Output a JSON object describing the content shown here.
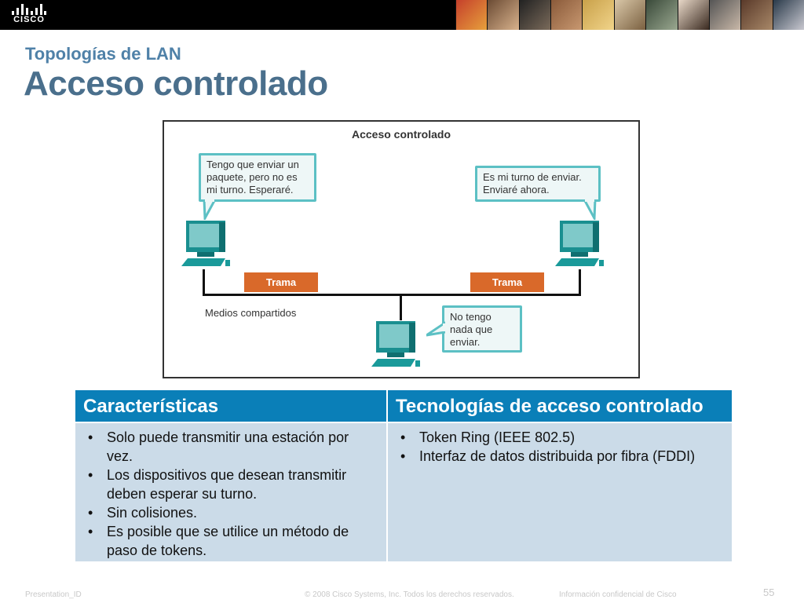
{
  "brand": {
    "logo_text": "CISCO"
  },
  "slide": {
    "subtitle": "Topologías de LAN",
    "title": "Acceso controlado"
  },
  "diagram": {
    "title": "Acceso controlado",
    "bubble_left": [
      "Tengo que enviar un",
      "paquete, pero no es",
      "mi turno. Esperaré."
    ],
    "bubble_right": [
      "Es mi turno de enviar.",
      "Enviaré ahora."
    ],
    "bubble_bottom": [
      "No tengo",
      "nada que",
      "enviar."
    ],
    "frame_left": "Trama",
    "frame_right": "Trama",
    "media_label": "Medios compartidos"
  },
  "table": {
    "headers": [
      "Características",
      "Tecnologías de acceso controlado"
    ],
    "col1": [
      "Solo puede transmitir una estación por vez.",
      "Los dispositivos que desean transmitir deben esperar su turno.",
      "Sin colisiones.",
      "Es posible que se utilice un método de paso de tokens."
    ],
    "col2": [
      "Token Ring (IEEE 802.5)",
      "Interfaz de datos distribuida por fibra (FDDI)"
    ]
  },
  "footer": {
    "presentation_id": "Presentation_ID",
    "copyright": "© 2008 Cisco Systems, Inc. Todos los derechos reservados.",
    "confidential": "Información confidencial de Cisco",
    "page_number": "55"
  },
  "colors": {
    "header_blue": "#0a7fb8",
    "cell_blue": "#cbdbe8",
    "frame_orange": "#d9692a",
    "bubble_border": "#5cc0c4",
    "computer_teal": "#1a9a9a"
  },
  "icons": [
    "cisco-logo-icon",
    "computer-icon"
  ]
}
